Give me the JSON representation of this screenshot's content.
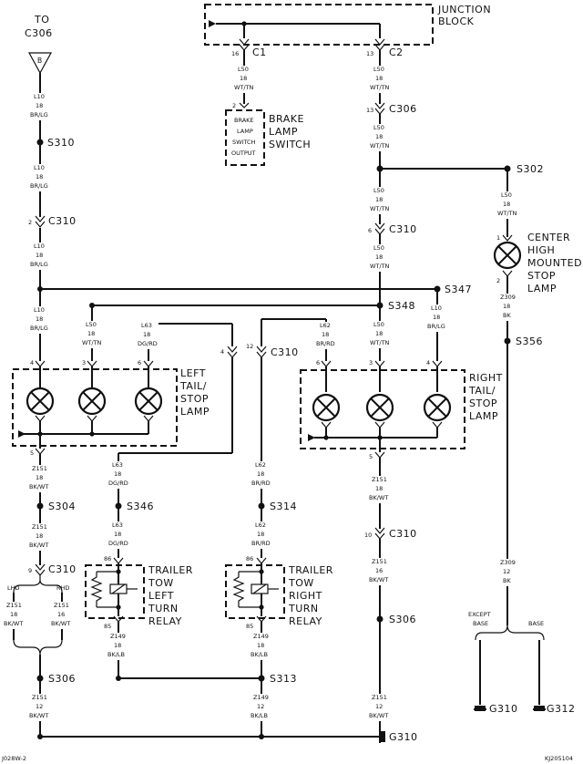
{
  "to_connector": {
    "line1": "TO",
    "line2": "C306",
    "symbol": "B"
  },
  "junction_block": {
    "line1": "JUNCTION",
    "line2": "BLOCK",
    "c1": "C1",
    "c2": "C2",
    "pin_c1": "16",
    "pin_c2": "13"
  },
  "brake_switch": {
    "lines": [
      "BRAKE",
      "LAMP",
      "SWITCH"
    ],
    "inner": [
      "BRAKE",
      "LAMP",
      "SWITCH",
      "OUTPUT"
    ],
    "pin": "2"
  },
  "center_lamp": {
    "lines": [
      "CENTER",
      "HIGH",
      "MOUNTED",
      "STOP",
      "LAMP"
    ],
    "pin_top": "1",
    "pin_bottom": "2"
  },
  "left_lamp": {
    "lines": [
      "LEFT",
      "TAIL/",
      "STOP",
      "LAMP"
    ],
    "pins": [
      "4",
      "3",
      "6"
    ],
    "pin_out": "5"
  },
  "right_lamp": {
    "lines": [
      "RIGHT",
      "TAIL/",
      "STOP",
      "LAMP"
    ],
    "pins": [
      "6",
      "3",
      "4"
    ],
    "pin_out": "5"
  },
  "left_relay": {
    "lines": [
      "TRAILER",
      "TOW",
      "LEFT",
      "TURN",
      "RELAY"
    ],
    "pin_top": "86",
    "pin_bottom": "85"
  },
  "right_relay": {
    "lines": [
      "TRAILER",
      "TOW",
      "RIGHT",
      "TURN",
      "RELAY"
    ],
    "pin_top": "86",
    "pin_bottom": "85"
  },
  "splices": {
    "s310": "S310",
    "s302": "S302",
    "s347": "S347",
    "s348": "S348",
    "s356": "S356",
    "s304": "S304",
    "s346": "S346",
    "s314": "S314",
    "s306a": "S306",
    "s306b": "S306",
    "s313": "S313"
  },
  "connectors": {
    "c306": "C306",
    "c310a": "C310",
    "c310b": "C310",
    "c310c": "C310",
    "c310d": "C310",
    "c310e": "C310",
    "pin_c306": "13",
    "pin_c310a": "2",
    "pin_c310b": "6",
    "pin_c310c4": "4",
    "pin_c310c12": "12",
    "pin_c310d": "10",
    "pin_c310e": "9"
  },
  "grounds": {
    "g310a": "G310",
    "g310b": "G310",
    "g312": "G312",
    "except_base": [
      "EXCEPT",
      "BASE"
    ],
    "base": "BASE"
  },
  "lhd_rhd": {
    "lhd": "LHD",
    "rhd": "RHD"
  },
  "wires": {
    "l10": [
      "L10",
      "18",
      "BR/LG"
    ],
    "l50": [
      "L50",
      "18",
      "WT/TN"
    ],
    "l63": [
      "L63",
      "18",
      "DG/RD"
    ],
    "l62": [
      "L62",
      "18",
      "BR/RD"
    ],
    "z151_18": [
      "Z151",
      "18",
      "BK/WT"
    ],
    "z151_16": [
      "Z151",
      "16",
      "BK/WT"
    ],
    "z151_12": [
      "Z151",
      "12",
      "BK/WT"
    ],
    "z309_18": [
      "Z309",
      "18",
      "BK"
    ],
    "z309_12": [
      "Z309",
      "12",
      "BK"
    ],
    "z149_18": [
      "Z149",
      "18",
      "BK/LB"
    ],
    "z149_12": [
      "Z149",
      "12",
      "BK/LB"
    ]
  },
  "footer": {
    "left": "J028W-2",
    "right": "KJ205104"
  }
}
